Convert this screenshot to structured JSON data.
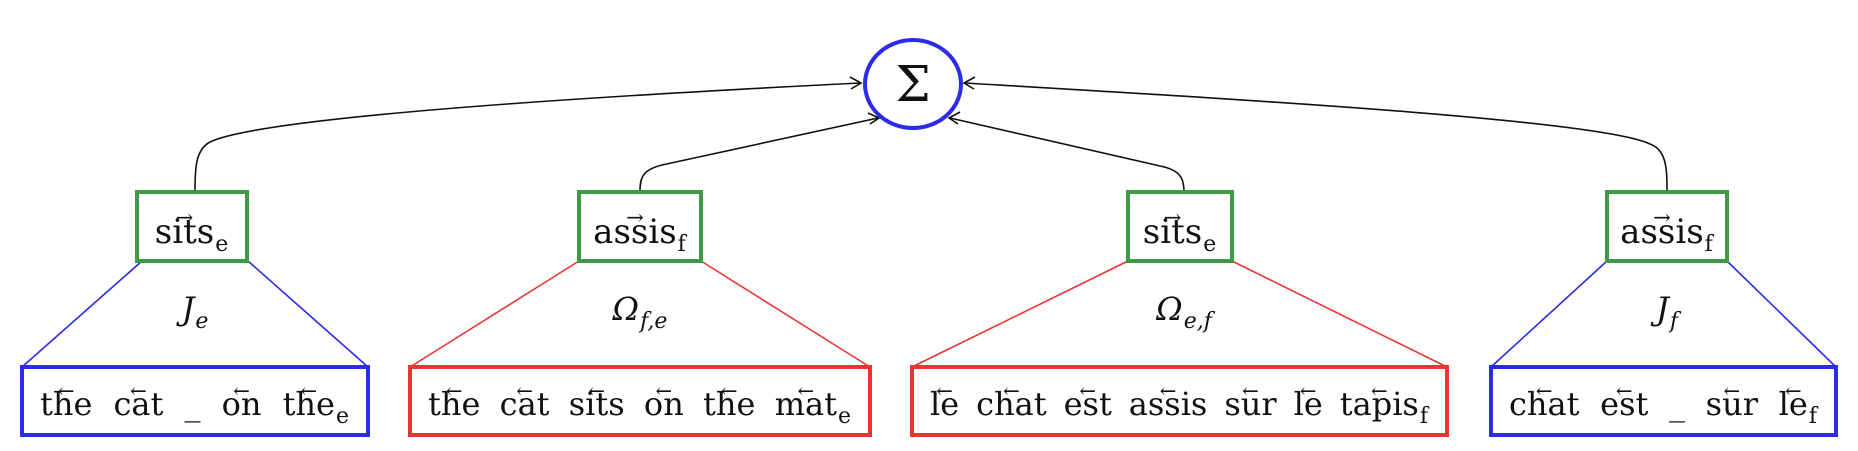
{
  "sum": {
    "symbol": "Σ"
  },
  "columns": [
    {
      "node": {
        "word": "sits",
        "sub": "e",
        "arrow": "→"
      },
      "label": {
        "main": "J",
        "sub": "e"
      },
      "kind": "blue",
      "tokens": [
        {
          "text": "the",
          "sub": "",
          "arrow": "←"
        },
        {
          "text": "cat",
          "sub": "",
          "arrow": "←"
        },
        {
          "text": "_",
          "sub": "",
          "arrow": ""
        },
        {
          "text": "on",
          "sub": "",
          "arrow": "←"
        },
        {
          "text": "the",
          "sub": "e",
          "arrow": "←"
        }
      ]
    },
    {
      "node": {
        "word": "assis",
        "sub": "f",
        "arrow": "→"
      },
      "label": {
        "main": "Ω",
        "sub": "f,e"
      },
      "kind": "red",
      "tokens": [
        {
          "text": "the",
          "sub": "",
          "arrow": "←"
        },
        {
          "text": "cat",
          "sub": "",
          "arrow": "←"
        },
        {
          "text": "sits",
          "sub": "",
          "arrow": "←"
        },
        {
          "text": "on",
          "sub": "",
          "arrow": "←"
        },
        {
          "text": "the",
          "sub": "",
          "arrow": "←"
        },
        {
          "text": "mat",
          "sub": "e",
          "arrow": "←"
        }
      ]
    },
    {
      "node": {
        "word": "sits",
        "sub": "e",
        "arrow": "→"
      },
      "label": {
        "main": "Ω",
        "sub": "e,f"
      },
      "kind": "red",
      "tokens": [
        {
          "text": "le",
          "sub": "",
          "arrow": "←"
        },
        {
          "text": "chat",
          "sub": "",
          "arrow": "←"
        },
        {
          "text": "est",
          "sub": "",
          "arrow": "←"
        },
        {
          "text": "assis",
          "sub": "",
          "arrow": "←"
        },
        {
          "text": "sur",
          "sub": "",
          "arrow": "←"
        },
        {
          "text": "le",
          "sub": "",
          "arrow": "←"
        },
        {
          "text": "tapis",
          "sub": "f",
          "arrow": "←"
        }
      ]
    },
    {
      "node": {
        "word": "assis",
        "sub": "f",
        "arrow": "→"
      },
      "label": {
        "main": "J",
        "sub": "f"
      },
      "kind": "blue",
      "tokens": [
        {
          "text": "chat",
          "sub": "",
          "arrow": "←"
        },
        {
          "text": "est",
          "sub": "",
          "arrow": "←"
        },
        {
          "text": "_",
          "sub": "",
          "arrow": ""
        },
        {
          "text": "sur",
          "sub": "",
          "arrow": "←"
        },
        {
          "text": "le",
          "sub": "f",
          "arrow": "←"
        }
      ]
    }
  ],
  "colors": {
    "blue": "#2b2bea",
    "red": "#ee3333",
    "green": "#3f9a46",
    "edge": "#111111"
  }
}
